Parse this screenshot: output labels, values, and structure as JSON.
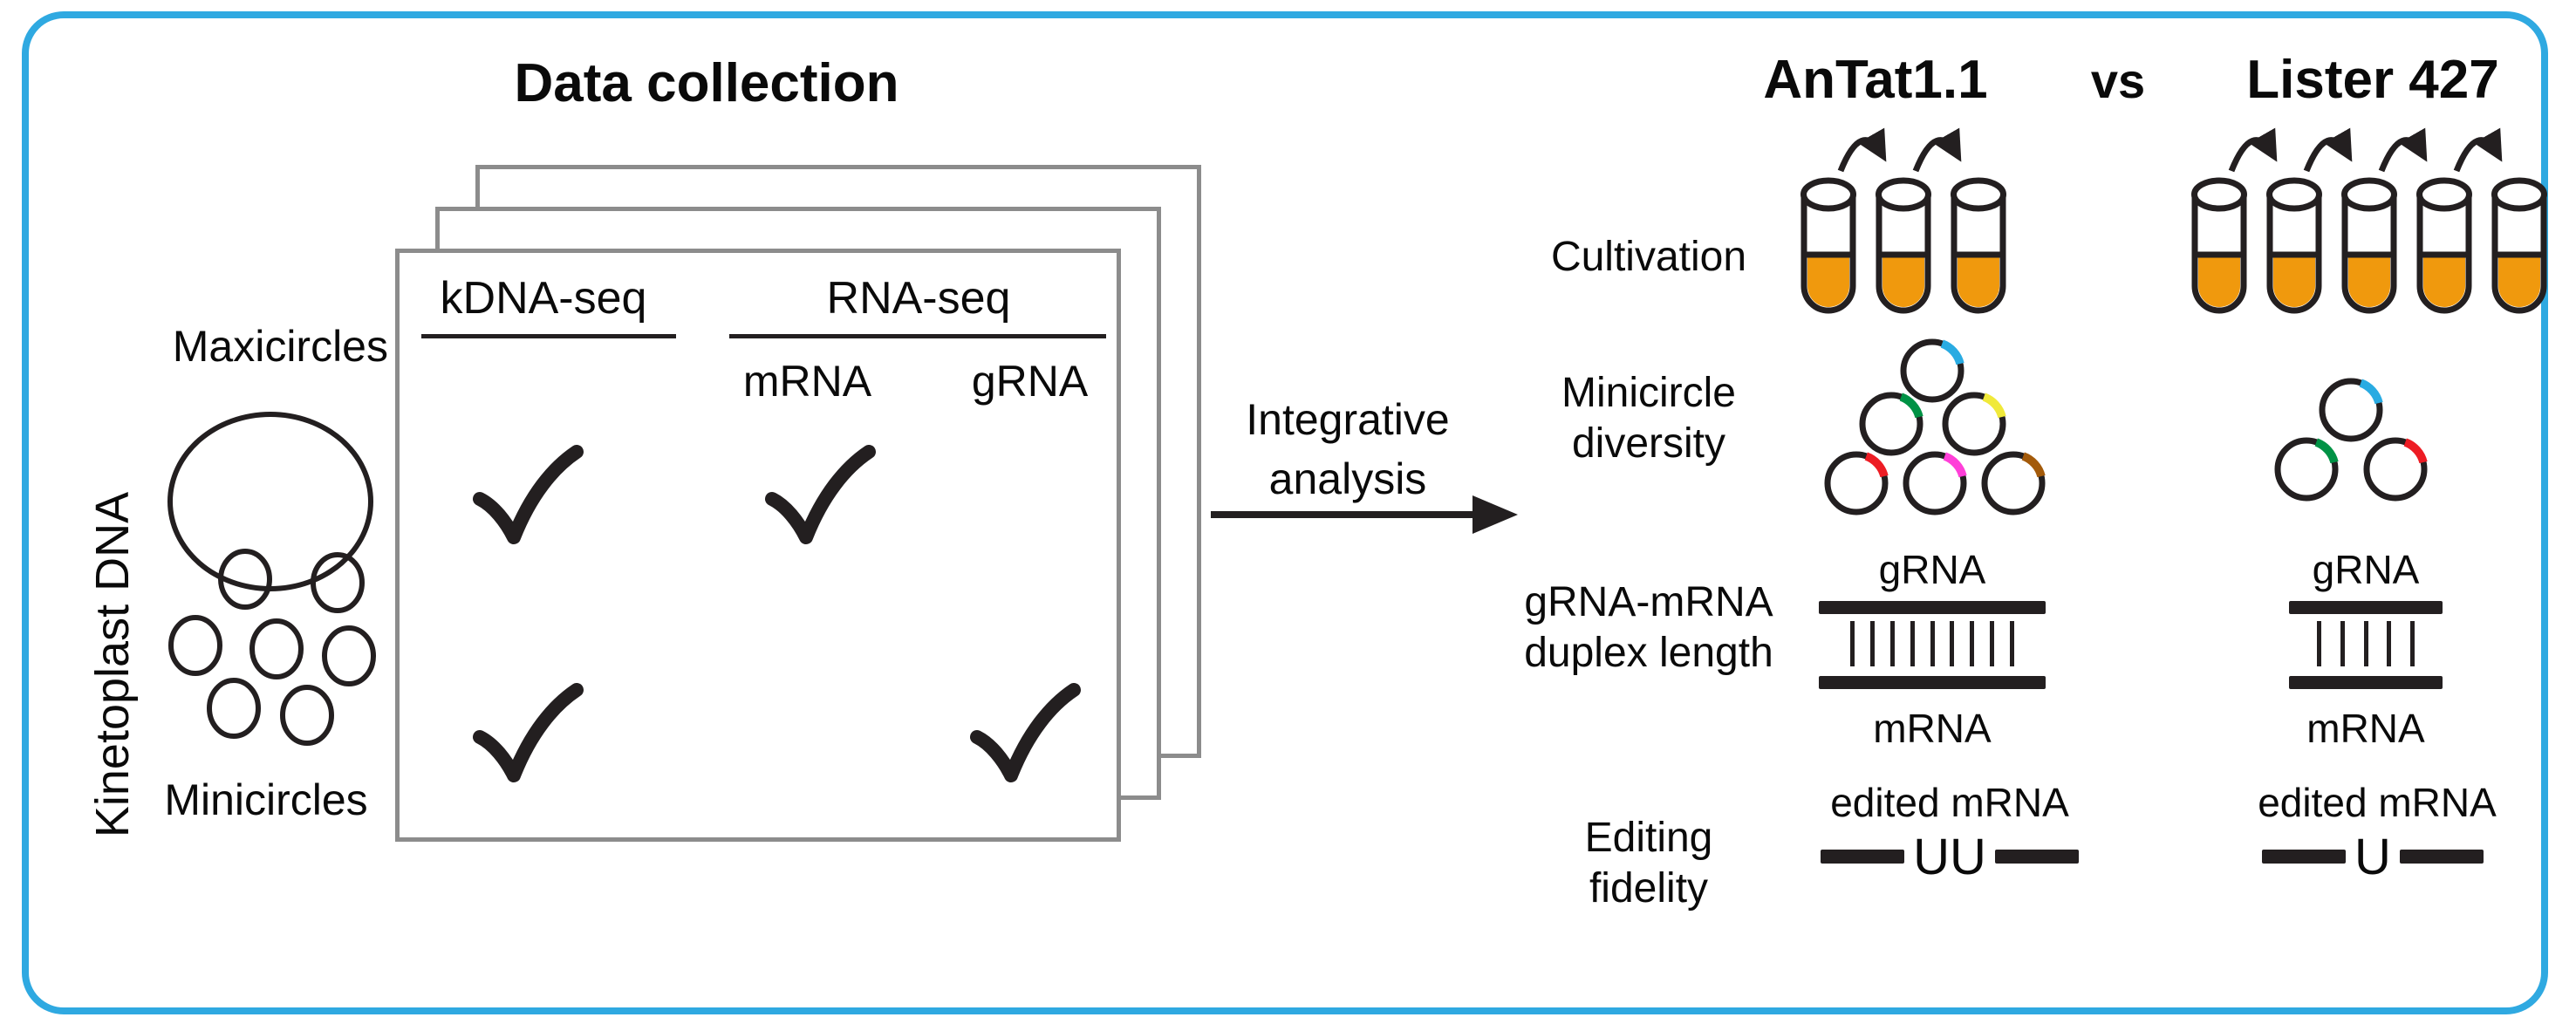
{
  "palette": {
    "ink": "#231F20",
    "frame_blue": "#2FA9E1",
    "card_border": "#8C8C8C",
    "culture_orange": "#F0990D"
  },
  "left_panel": {
    "title": "Data collection",
    "axis_label": "Kinetoplast DNA",
    "maxicircles_label": "Maxicircles",
    "minicircles_label": "Minicircles",
    "maxicircle_count": 1,
    "minicircle_count": 7,
    "table": {
      "check_glyph": "✓",
      "columns": [
        "kDNA-seq",
        "RNA-seq"
      ],
      "rna_subcolumns": [
        "mRNA",
        "gRNA"
      ],
      "rows": [
        {
          "name": "Maxicircles",
          "kdna_seq": true,
          "mrna": true,
          "grna": false
        },
        {
          "name": "Minicircles",
          "kdna_seq": true,
          "mrna": false,
          "grna": true
        }
      ]
    }
  },
  "arrow": {
    "label_line1": "Integrative",
    "label_line2": "analysis"
  },
  "comparison": {
    "strain_a": "AnTat1.1",
    "versus": "vs",
    "strain_b": "Lister 427",
    "rows": [
      {
        "label": [
          "Cultivation"
        ]
      },
      {
        "label": [
          "Minicircle",
          "diversity"
        ]
      },
      {
        "label": [
          "gRNA-mRNA",
          "duplex length"
        ]
      },
      {
        "label": [
          "Editing",
          "fidelity"
        ]
      }
    ],
    "cultivation": {
      "a_tubes": 3,
      "a_passages": 2,
      "b_tubes": 5,
      "b_passages": 4,
      "liquid_color": "#F0990D"
    },
    "minicircle_diversity": {
      "a_count": 6,
      "b_count": 3,
      "a_arc_colors": [
        "#29ABE2",
        "#009245",
        "#F0E93A",
        "#ED1C24",
        "#FF3FD8",
        "#A35A0A"
      ],
      "b_arc_colors": [
        "#29ABE2",
        "#009245",
        "#ED1C24"
      ]
    },
    "duplex": {
      "grna_label": "gRNA",
      "mrna_label": "mRNA",
      "a_base_pairs": 9,
      "b_base_pairs": 5
    },
    "editing": {
      "edited_label": "edited mRNA",
      "a_insert": "UU",
      "b_insert": "U"
    }
  }
}
